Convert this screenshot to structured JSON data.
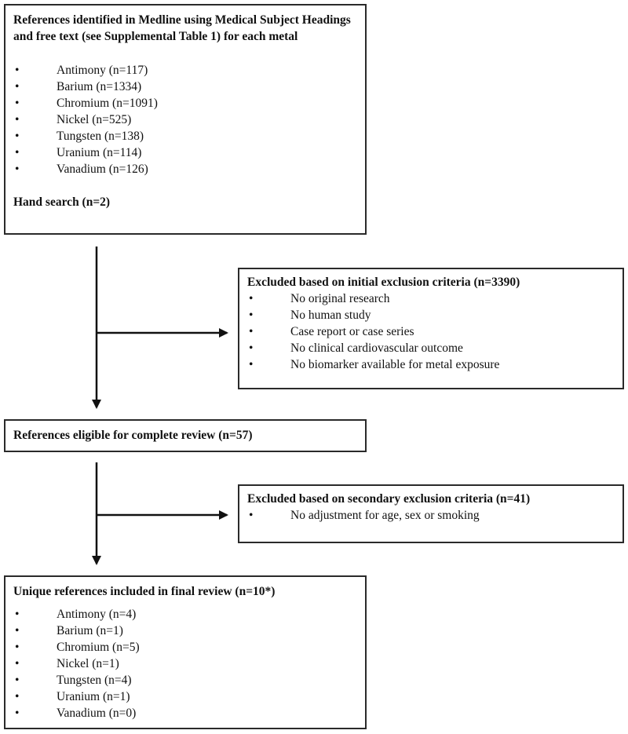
{
  "box1": {
    "title": "References identified in Medline using Medical Subject Headings and free text (see Supplemental Table 1) for each metal",
    "items": [
      "Antimony (n=117)",
      "Barium (n=1334)",
      "Chromium (n=1091)",
      "Nickel (n=525)",
      "Tungsten (n=138)",
      "Uranium (n=114)",
      "Vanadium (n=126)"
    ],
    "hand_search": "Hand search (n=2)"
  },
  "excluded1": {
    "title": "Excluded based on initial exclusion criteria (n=3390)",
    "items": [
      "No original research",
      "No human study",
      "Case report or case series",
      "No clinical cardiovascular outcome",
      "No biomarker available for metal exposure"
    ]
  },
  "eligible": {
    "title": "References eligible for complete review (n=57)"
  },
  "excluded2": {
    "title": "Excluded based on secondary exclusion criteria (n=41)",
    "items": [
      "No adjustment for age, sex or smoking"
    ]
  },
  "final": {
    "title": "Unique references included in final review (n=10*)",
    "items": [
      "Antimony (n=4)",
      "Barium (n=1)",
      "Chromium (n=5)",
      "Nickel (n=1)",
      "Tungsten (n=4)",
      "Uranium (n=1)",
      "Vanadium (n=0)"
    ]
  },
  "bullet": "•"
}
